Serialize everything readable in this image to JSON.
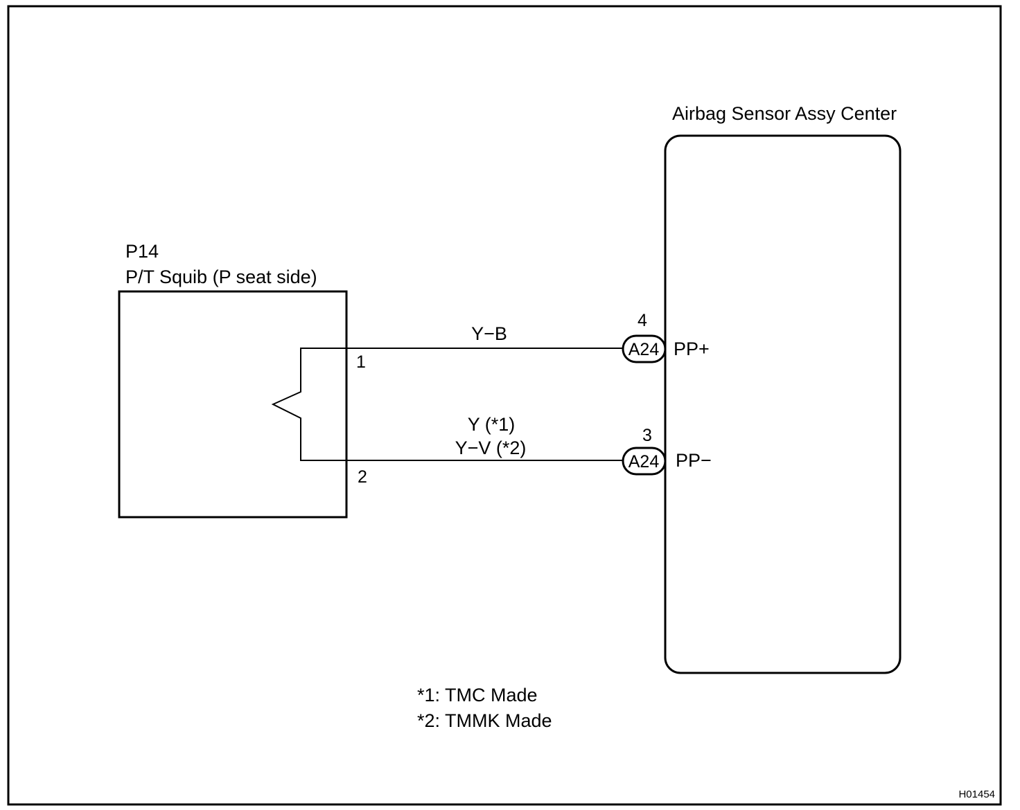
{
  "component_left": {
    "code": "P14",
    "name": "P/T Squib (P seat side)",
    "pin_top": "1",
    "pin_bottom": "2"
  },
  "component_right": {
    "name": "Airbag Sensor Assy Center"
  },
  "wires": {
    "top": {
      "color_label": "Y−B"
    },
    "bottom": {
      "color_label_1": "Y (*1)",
      "color_label_2": "Y−V (*2)"
    }
  },
  "connectors": {
    "top": {
      "code": "A24",
      "pin": "4",
      "terminal": "PP+"
    },
    "bottom": {
      "code": "A24",
      "pin": "3",
      "terminal": "PP−"
    }
  },
  "notes": [
    "*1: TMC Made",
    "*2: TMMK Made"
  ],
  "figure_id": "H01454",
  "colors": {
    "line": "#000000",
    "background": "#ffffff"
  }
}
